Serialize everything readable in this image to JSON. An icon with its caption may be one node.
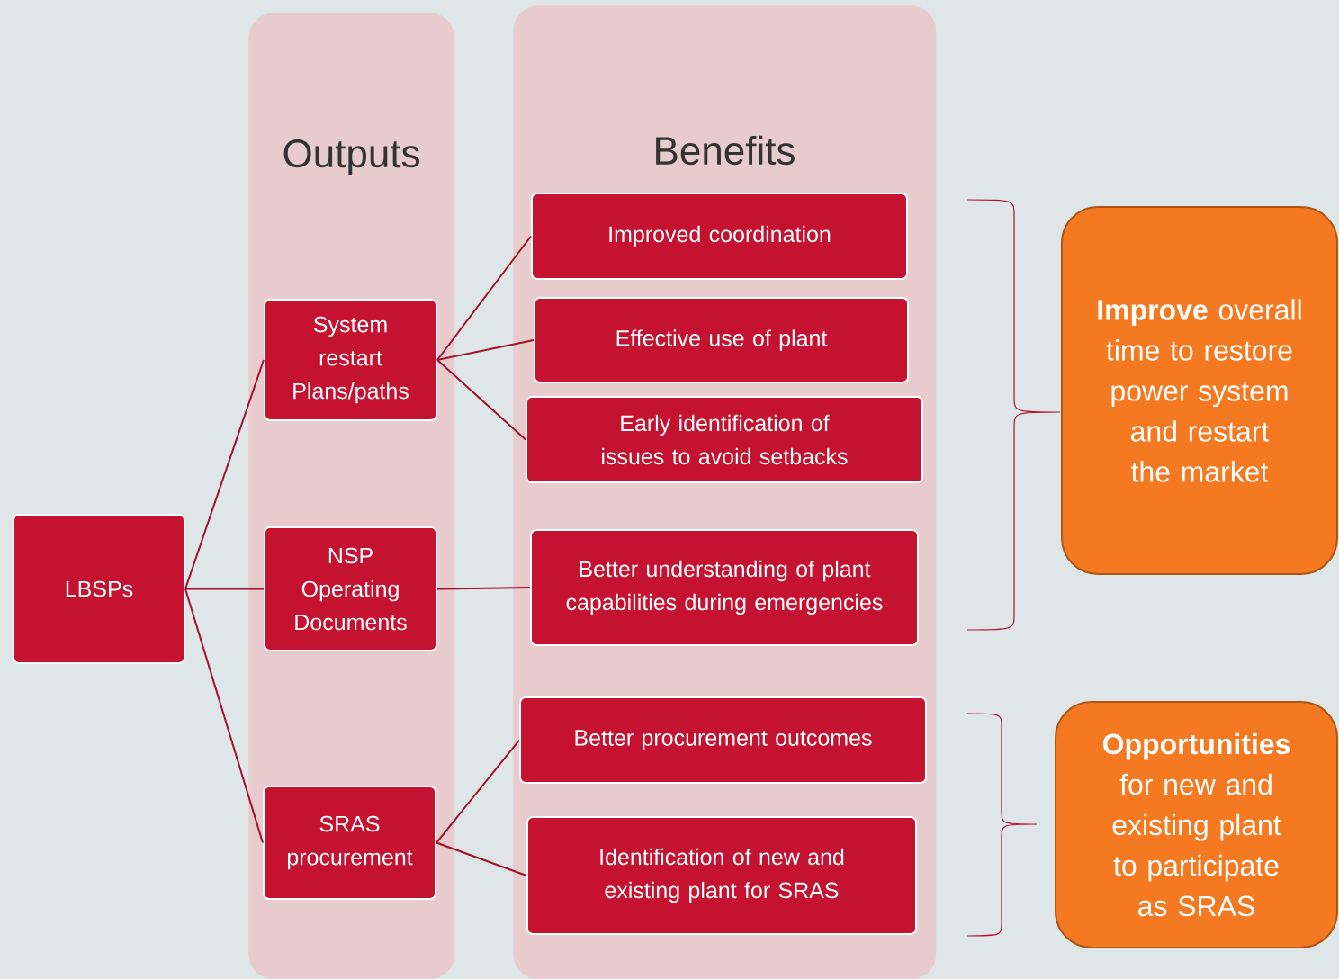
{
  "diagram": {
    "nodes": [
      {
        "text": [
          "Outputs"
        ]
      },
      {
        "text": [
          "Benefits"
        ]
      },
      {
        "text": [
          "LBSPs"
        ]
      },
      {
        "text": [
          "System restart Plans/paths"
        ],
        "in": 0
      },
      {
        "text": [
          "NSP Operating Documents"
        ],
        "in": 0
      },
      {
        "text": [
          "SRAS procurement"
        ],
        "in": 0
      },
      {
        "text": [
          "Improved coordination"
        ],
        "in": 1
      },
      {
        "text": [
          "Effective use of plant"
        ],
        "in": 1
      },
      {
        "text": [
          "Early identification of issues to avoid setbacks"
        ],
        "in": 1
      },
      {
        "text": [
          "Better understanding of plant capabilities during emergencies"
        ],
        "in": 1
      },
      {
        "text": [
          "Better procurement outcomes"
        ],
        "in": 1
      },
      {
        "text": [
          "Identification of new and existing plant for SRAS"
        ],
        "in": 1
      },
      {
        "text": [
          "**Improve** overall time to restore power system and restart the market"
        ]
      },
      {
        "text": [
          "**Opportunities** for new and existing plant to participate as SRAS"
        ]
      }
    ],
    "edges": [
      {
        "from": 2,
        "to": 3,
        "arrow": "none"
      },
      {
        "from": 2,
        "to": 4,
        "arrow": "none"
      },
      {
        "from": 2,
        "to": 5,
        "arrow": "none"
      },
      {
        "from": 3,
        "to": 6,
        "arrow": "none"
      },
      {
        "from": 3,
        "to": 7,
        "arrow": "none"
      },
      {
        "from": 3,
        "to": 8,
        "arrow": "none"
      },
      {
        "from": 4,
        "to": 9,
        "arrow": "none"
      },
      {
        "from": 5,
        "to": 10,
        "arrow": "none"
      },
      {
        "from": 5,
        "to": 11,
        "arrow": "none"
      }
    ]
  }
}
